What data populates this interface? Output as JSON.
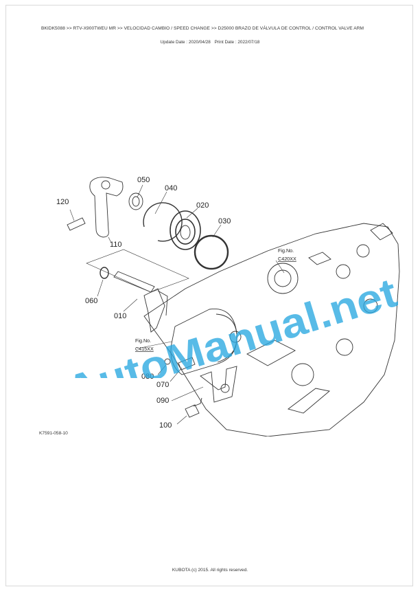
{
  "header": {
    "breadcrumb": "BKIDK5088 >> RTV-X900TWEU MR >> VELOCIDAD CAMBIO / SPEED CHANGE >> D25000   BRAZO DE VÁLVULA DE CONTROL / CONTROL VALVE ARM",
    "update_date": "Update Date : 2020/04/28",
    "print_date": "Print Date : 2022/07/18"
  },
  "figure": {
    "part_labels": [
      "120",
      "050",
      "040",
      "020",
      "030",
      "110",
      "060",
      "010",
      "080",
      "070",
      "090",
      "100"
    ],
    "fig_refs": [
      {
        "title": "Fig.No.",
        "code": "C420XX"
      },
      {
        "title": "Fig.No.",
        "code": "C415XX"
      }
    ],
    "figure_code": "K7591-058-10"
  },
  "watermark": {
    "text": "AutoManual.net",
    "color": "#29a8e0"
  },
  "footer": {
    "copyright": "KUBOTA (c) 2015. All rights reserved."
  }
}
